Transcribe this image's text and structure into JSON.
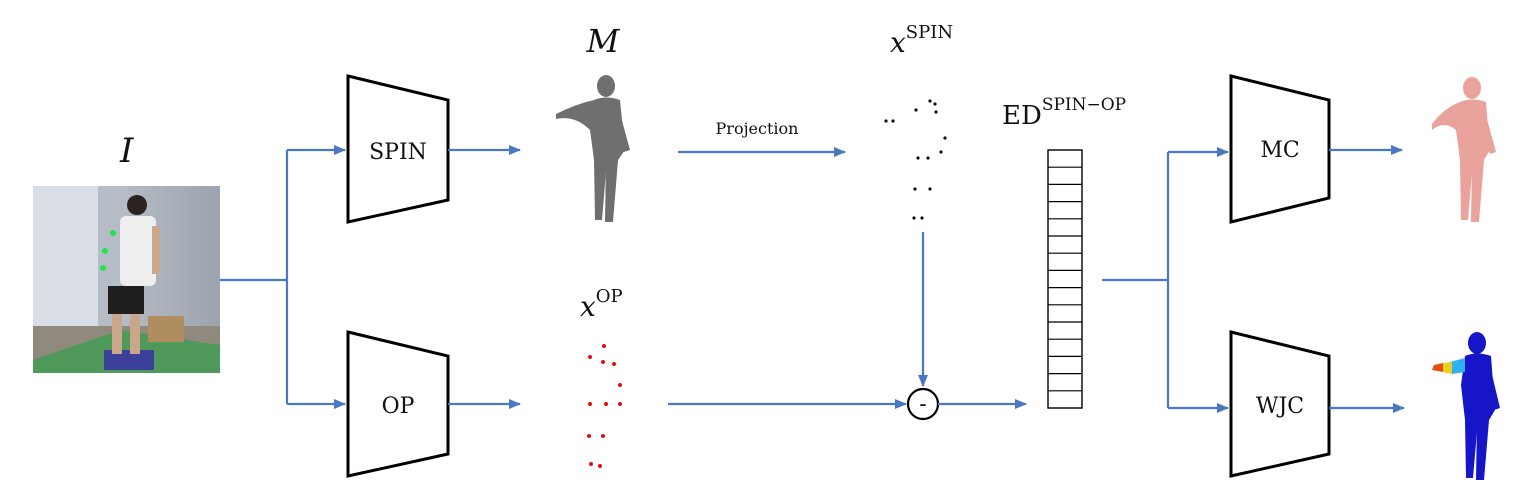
{
  "input": {
    "symbol": "I"
  },
  "spin": {
    "label": "SPIN",
    "mesh_symbol": "M",
    "points_base": "x",
    "points_sup": "SPIN"
  },
  "op": {
    "label": "OP",
    "points_base": "x",
    "points_sup": "OP"
  },
  "projection": {
    "label": "Projection"
  },
  "diff": {
    "label": "-"
  },
  "ed": {
    "base": "ED",
    "sup": "SPIN−OP"
  },
  "mc": {
    "label": "MC"
  },
  "wjc": {
    "label": "WJC"
  },
  "colors": {
    "flow": "#4a78c2",
    "op_points": "#e01010",
    "spin_points": "#111111",
    "mesh_gray": "#6f6f6f",
    "mesh_pink": "#e9a29c",
    "mesh_blue": "#1616c8"
  }
}
